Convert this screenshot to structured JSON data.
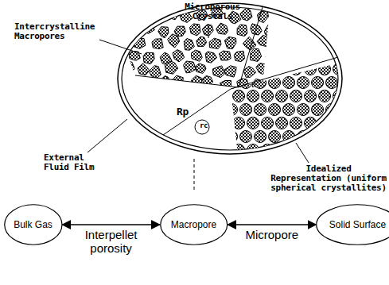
{
  "diagram": {
    "nodes": [
      {
        "text": [
          "Bulk Gas"
        ]
      },
      {
        "text": [
          "Macropore"
        ]
      },
      {
        "text": [
          "Solid Surface"
        ]
      }
    ],
    "edges": [
      {
        "from": 0,
        "to": 1,
        "arrow": "both",
        "label": "Interpellet porosity"
      },
      {
        "from": 1,
        "to": 2,
        "arrow": "both",
        "label": "Micropore"
      }
    ],
    "labels": [
      "Microporous Crystals",
      "Intercrystalline Macropores",
      "Rp",
      "rc",
      "External Fluid Film",
      "Idealized Representation (uniform spherical crystallites)"
    ]
  }
}
